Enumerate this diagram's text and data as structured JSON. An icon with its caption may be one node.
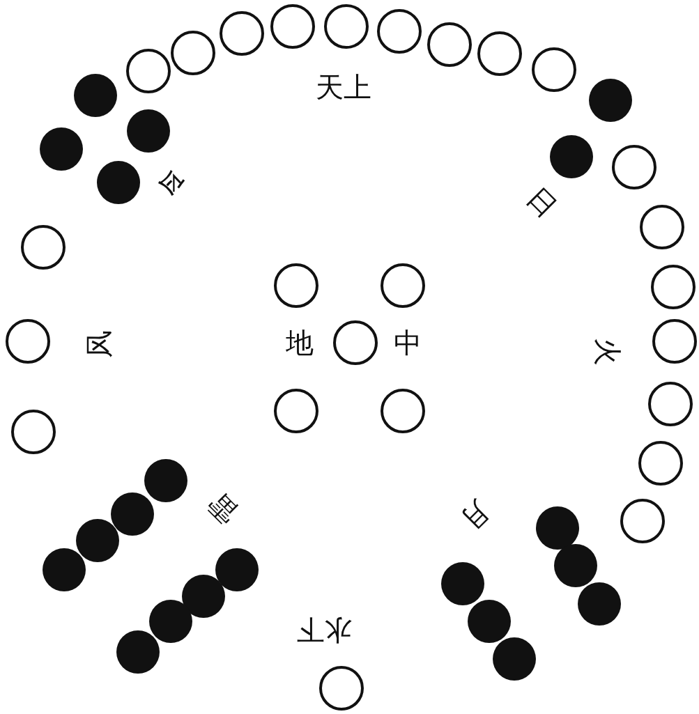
{
  "diagram": {
    "labels": [
      "天上",
      "令",
      "日",
      "风",
      "地",
      "中",
      "火",
      "雷",
      "月",
      "水下"
    ]
  }
}
